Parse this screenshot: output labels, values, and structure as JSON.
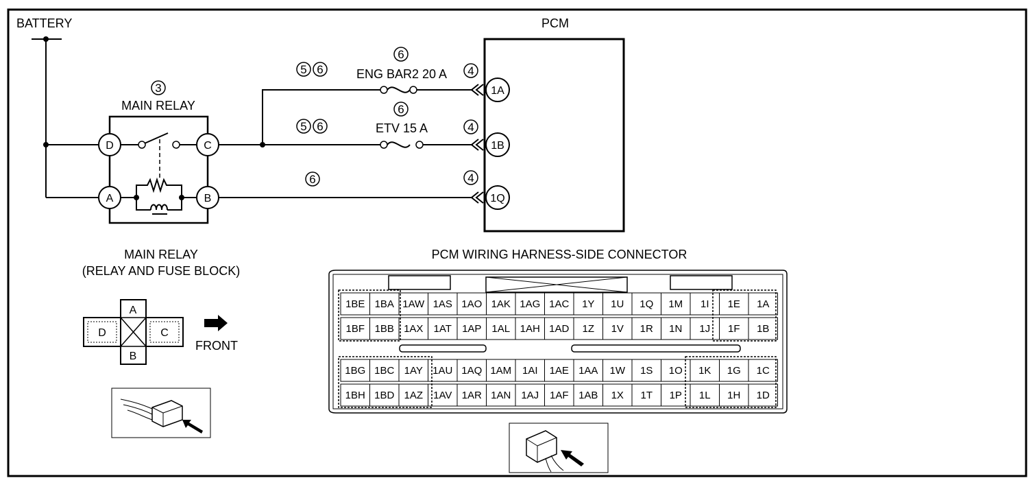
{
  "labels": {
    "battery": "BATTERY",
    "pcm": "PCM",
    "main_relay": "MAIN RELAY",
    "main_relay_bottom": "MAIN RELAY",
    "relay_block": "(RELAY AND FUSE BLOCK)",
    "connector_title": "PCM WIRING HARNESS-SIDE CONNECTOR",
    "front": "FRONT",
    "fuse1": "ENG BAR2 20 A",
    "fuse2": "ETV 15 A"
  },
  "callouts": {
    "c3": "3",
    "c4": "4",
    "c5": "5",
    "c6": "6"
  },
  "relay_pins": {
    "d": "D",
    "c": "C",
    "a": "A",
    "b": "B"
  },
  "pcm_pins": {
    "p1a": "1A",
    "p1b": "1B",
    "p1q": "1Q"
  },
  "relay_connector": {
    "top": "A",
    "left": "D",
    "right": "C",
    "bottom": "B"
  },
  "connector_rows": [
    [
      "1BE",
      "1BA",
      "1AW",
      "1AS",
      "1AO",
      "1AK",
      "1AG",
      "1AC",
      "1Y",
      "1U",
      "1Q",
      "1M",
      "1I",
      "1E",
      "1A"
    ],
    [
      "1BF",
      "1BB",
      "1AX",
      "1AT",
      "1AP",
      "1AL",
      "1AH",
      "1AD",
      "1Z",
      "1V",
      "1R",
      "1N",
      "1J",
      "1F",
      "1B"
    ],
    [
      "1BG",
      "1BC",
      "1AY",
      "1AU",
      "1AQ",
      "1AM",
      "1AI",
      "1AE",
      "1AA",
      "1W",
      "1S",
      "1O",
      "1K",
      "1G",
      "1C"
    ],
    [
      "1BH",
      "1BD",
      "1AZ",
      "1AV",
      "1AR",
      "1AN",
      "1AJ",
      "1AF",
      "1AB",
      "1X",
      "1T",
      "1P",
      "1L",
      "1H",
      "1D"
    ]
  ]
}
